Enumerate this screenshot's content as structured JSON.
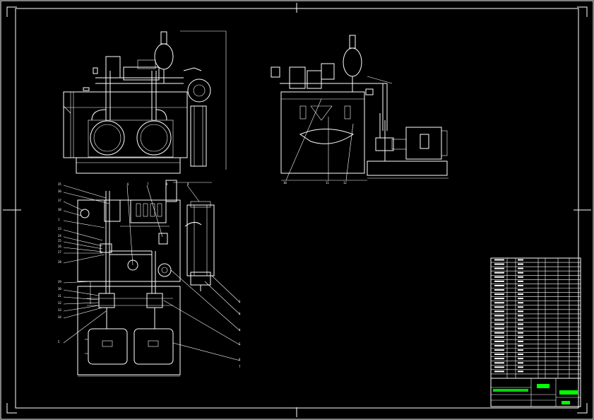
{
  "drawing": {
    "background": "#000000",
    "line_color": "#ffffff",
    "accent_green": "#00ff00",
    "accent_yellow": "#ffff00"
  },
  "views": [
    {
      "id": "front-view"
    },
    {
      "id": "side-view"
    },
    {
      "id": "top-view"
    }
  ],
  "callouts": {
    "top_left": [
      "35",
      "36",
      "37",
      "38",
      "1",
      "23",
      "24",
      "25",
      "26",
      "27",
      "28",
      "29",
      "30",
      "31",
      "32",
      "33",
      "34",
      "5",
      "6",
      "7",
      "8",
      "9"
    ],
    "top_right": [
      "2",
      "3",
      "4",
      "5",
      "6",
      "7"
    ],
    "side": [
      "10",
      "11",
      "12"
    ]
  },
  "title_block": {
    "rows": 28
  }
}
